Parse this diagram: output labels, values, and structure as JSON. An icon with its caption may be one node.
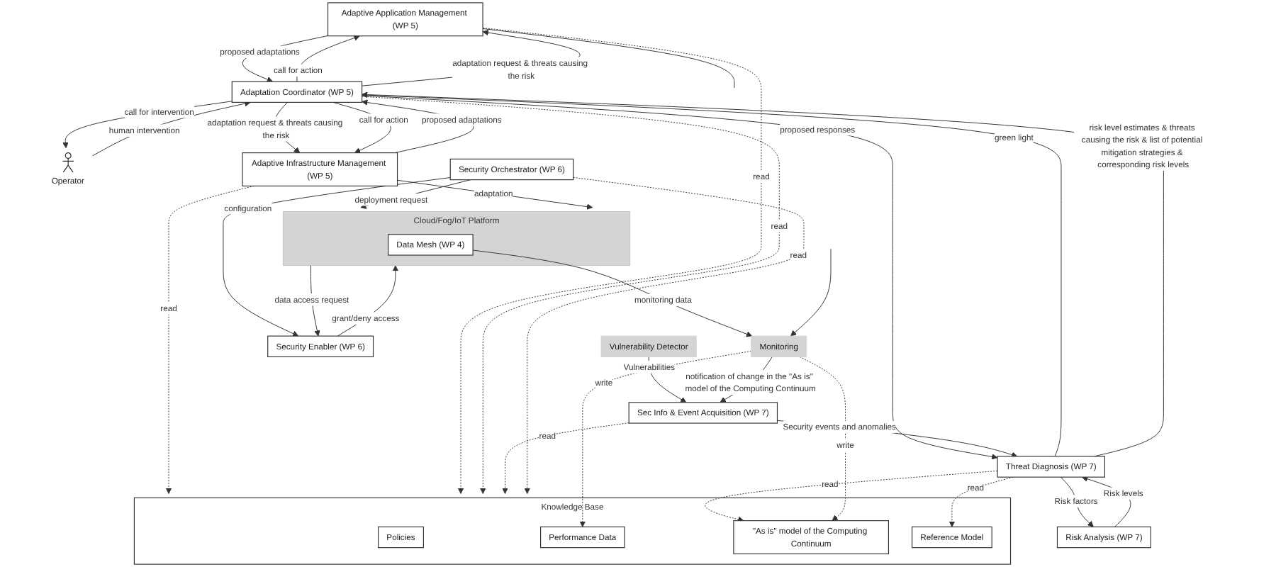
{
  "diagram": {
    "nodes": [
      {
        "text": [
          "Adaptive Application Management (WP 5)"
        ]
      },
      {
        "text": [
          "Operator"
        ]
      },
      {
        "text": [
          "Adaptive Infrastructure Management (WP 5)"
        ]
      },
      {
        "text": [
          "Adaptation Coordinator (WP 5)"
        ]
      },
      {
        "text": [
          "Vulnerability Detector"
        ]
      },
      {
        "text": [
          "Sec Info & Event Acquisition (WP 7)"
        ]
      },
      {
        "text": [
          "Threat Diagnosis (WP 7)"
        ]
      },
      {
        "text": [
          "Risk Analysis (WP 7)"
        ]
      },
      {
        "text": [
          "Knowledge Base"
        ]
      },
      {
        "text": [
          "Policies"
        ],
        "in": 8
      },
      {
        "text": [
          "Performance Data"
        ],
        "in": 8
      },
      {
        "text": [
          "\"As is\" model of the Computing Continuum"
        ],
        "in": 8
      },
      {
        "text": [
          "Reference Model"
        ],
        "in": 8
      },
      {
        "text": [
          "Security Orchestrator (WP 6)"
        ]
      },
      {
        "text": [
          "Security Enabler (WP 6)"
        ]
      },
      {
        "text": [
          "Monitoring"
        ]
      },
      {
        "text": [
          "Cloud/Fog/IoT Platform"
        ]
      },
      {
        "text": [
          "Data Mesh (WP 4)"
        ],
        "in": 16
      }
    ],
    "edges": [
      {
        "from": 3,
        "to": 0,
        "label": "call for action",
        "arrow": "to"
      },
      {
        "from": 0,
        "to": 3,
        "label": "proposed adaptations",
        "arrow": "to"
      },
      {
        "from": 3,
        "to": 0,
        "label": "adaptation request & threats causing the risk",
        "arrow": "to"
      },
      {
        "from": 3,
        "to": 1,
        "label": "call for intervention",
        "arrow": "to"
      },
      {
        "from": 1,
        "to": 3,
        "label": "human intervention",
        "arrow": "to"
      },
      {
        "from": 3,
        "to": 2,
        "label": "adaptation request & threats causing the risk",
        "arrow": "to"
      },
      {
        "from": 2,
        "to": 3,
        "label": "proposed adaptations",
        "arrow": "to"
      },
      {
        "from": 3,
        "to": 2,
        "label": "call for action",
        "arrow": "to"
      },
      {
        "from": 6,
        "to": 3,
        "label": "green light",
        "arrow": "to"
      },
      {
        "from": 6,
        "to": 3,
        "label": "risk level estimates & threats causing the risk & list of potential mitigation strategies & corresponding risk levels",
        "arrow": "to"
      },
      {
        "from": 3,
        "to": 6,
        "label": "proposed responses",
        "arrow": "to"
      },
      {
        "from": 4,
        "to": 5,
        "label": "Vulnerabilities",
        "arrow": "to"
      },
      {
        "from": 5,
        "to": 6,
        "label": "Security events and anomalies",
        "arrow": "to"
      },
      {
        "from": 7,
        "to": 6,
        "label": "Risk levels",
        "arrow": "to"
      },
      {
        "from": 6,
        "to": 7,
        "label": "Risk factors",
        "arrow": "to"
      },
      {
        "from": 2,
        "to": 8,
        "label": "read",
        "arrow": "to",
        "style": "dashed"
      },
      {
        "from": 0,
        "to": 8,
        "label": "read",
        "arrow": "to",
        "style": "dashed"
      },
      {
        "from": 3,
        "to": 8,
        "label": "read",
        "arrow": "to",
        "style": "dashed"
      },
      {
        "from": 5,
        "to": 8,
        "label": "read",
        "arrow": "to",
        "style": "dashed"
      },
      {
        "from": 6,
        "to": 11,
        "label": "read",
        "arrow": "to",
        "style": "dashed"
      },
      {
        "from": 6,
        "to": 12,
        "label": "read",
        "arrow": "to",
        "style": "dashed"
      },
      {
        "from": 13,
        "to": 8,
        "label": "read",
        "arrow": "to",
        "style": "dashed"
      },
      {
        "from": 15,
        "to": 10,
        "label": "write",
        "arrow": "to",
        "style": "dashed"
      },
      {
        "from": 15,
        "to": 11,
        "label": "write",
        "arrow": "to",
        "style": "dashed"
      },
      {
        "from": 15,
        "to": 5,
        "label": "notification of change in the \"As is\" model of the Computing Continuum",
        "arrow": "to"
      },
      {
        "from": 13,
        "to": 14,
        "label": "configuration",
        "arrow": "to"
      },
      {
        "from": 13,
        "to": 16,
        "label": "deployment request",
        "arrow": "to"
      },
      {
        "from": 16,
        "to": 14,
        "label": "data access request",
        "arrow": "to"
      },
      {
        "from": 14,
        "to": 16,
        "label": "grant/deny access",
        "arrow": "to"
      },
      {
        "from": 17,
        "to": 15,
        "label": "monitoring data",
        "arrow": "to"
      },
      {
        "from": null,
        "to": 15,
        "arrow": "to"
      },
      {
        "from": 2,
        "to": 16,
        "label": "adaptation",
        "arrow": "to"
      },
      {
        "from": 0,
        "to": null,
        "arrow": "none"
      }
    ]
  }
}
